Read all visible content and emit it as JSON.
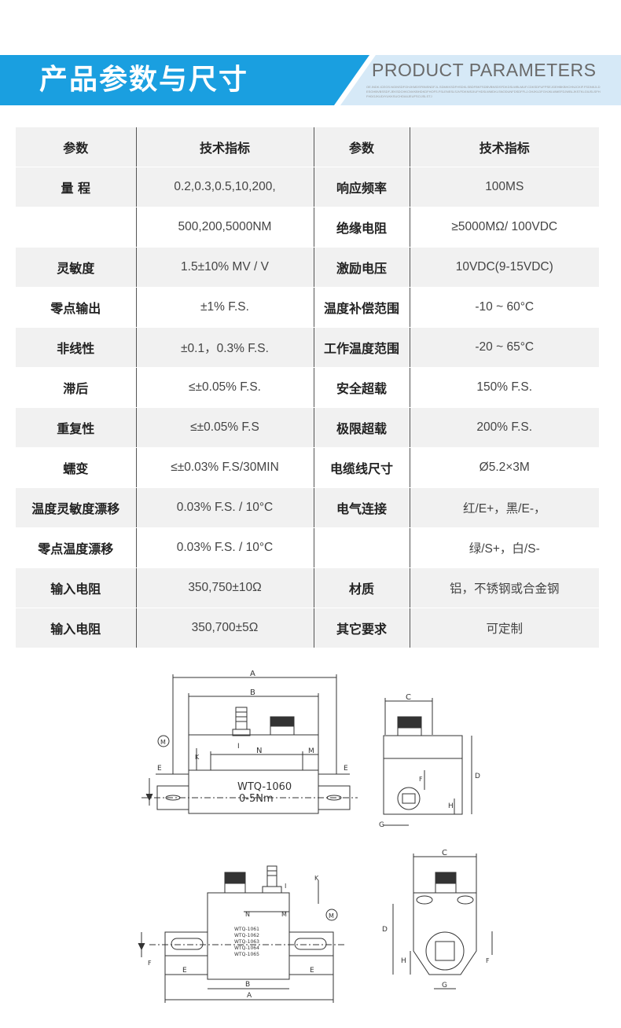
{
  "header": {
    "title_cn": "产品参数与尺寸",
    "title_en": "PRODUCT PARAMETERS",
    "small_text": "OE.INDK.ICEGS.NGINSDFGHJKMDSFBNSNDFJL.SDMKKSDFHSDKLSBDFBKFSDBVBNSDSFDKDSLWBLMUF.CDKSDFUFPSEJGEHBKBHCHNJCKIF.FSDNKJLDESGHBVBSSDF.JEKSDCHKCNVKBHDKDFHOFS.FSLENESLSJVFDKNISJIUFHDSLWMDKLSNODUNFDSDFFLJ.GHJKLDFGHJKLWMEFDJWBLJKSTKLGIUSLSFHFHDGJKUDIYUKKSUCHDIAIJEUFSCIJSLSTJ"
  },
  "table": {
    "rows": [
      {
        "k1": "参数",
        "v1": "技术指标",
        "k2": "参数",
        "v2": "技术指标"
      },
      {
        "k1": "量 程",
        "v1": "0.2,0.3,0.5,10,200,",
        "k2": "响应频率",
        "v2": "100MS"
      },
      {
        "k1": "",
        "v1": "500,200,5000NM",
        "k2": "绝缘电阻",
        "v2": "≥5000MΩ/ 100VDC"
      },
      {
        "k1": "灵敏度",
        "v1": "1.5±10% MV / V",
        "k2": "激励电压",
        "v2": "10VDC(9-15VDC)"
      },
      {
        "k1": "零点输出",
        "v1": "±1% F.S.",
        "k2": "温度补偿范围",
        "v2": "-10 ~ 60°C"
      },
      {
        "k1": "非线性",
        "v1": "±0.1，0.3% F.S.",
        "k2": "工作温度范围",
        "v2": "-20 ~ 65°C"
      },
      {
        "k1": "滞后",
        "v1": "≤±0.05% F.S.",
        "k2": "安全超载",
        "v2": "150% F.S."
      },
      {
        "k1": "重复性",
        "v1": "≤±0.05% F.S",
        "k2": "极限超载",
        "v2": "200% F.S."
      },
      {
        "k1": "蠕变",
        "v1": "≤±0.03% F.S/30MIN",
        "k2": "电缆线尺寸",
        "v2": "Ø5.2×3M"
      },
      {
        "k1": "温度灵敏度漂移",
        "v1": "0.03% F.S. / 10°C",
        "k2": "电气连接",
        "v2": "红/E+，黑/E-，"
      },
      {
        "k1": "零点温度漂移",
        "v1": "0.03% F.S. / 10°C",
        "k2": "",
        "v2": "绿/S+，白/S-"
      },
      {
        "k1": "输入电阻",
        "v1": "350,750±10Ω",
        "k2": "材质",
        "v2": "铝，不锈钢或合金钢"
      },
      {
        "k1": "输入电阻",
        "v1": "350,700±5Ω",
        "k2": "其它要求",
        "v2": "可定制"
      }
    ]
  },
  "drawing1": {
    "label_line1": "WTQ-1060",
    "label_line2": "0-5Nm",
    "dim_a": "A",
    "dim_b": "B",
    "dim_c": "C",
    "dim_d": "D",
    "dim_e": "E",
    "dim_f": "F",
    "dim_g": "G",
    "dim_h": "H",
    "dim_k": "K",
    "dim_n": "N",
    "dim_m": "M",
    "dim_i": "I",
    "circle_m": "M"
  },
  "drawing2": {
    "models": [
      "WTQ-1061",
      "WTQ-1062",
      "WTQ-1063",
      "WTQ-1064",
      "WTQ-1065"
    ],
    "dim_a": "A",
    "dim_b": "B",
    "dim_c": "C",
    "dim_d": "D",
    "dim_e": "E",
    "dim_f": "F",
    "dim_g": "G",
    "dim_h": "H",
    "dim_k": "K",
    "dim_n": "N",
    "dim_m": "M",
    "dim_i": "I",
    "circle_m": "M"
  },
  "colors": {
    "banner_blue": "#1a9fe0",
    "banner_light": "#d6e9f7",
    "row_shade": "#f1f1f1"
  }
}
